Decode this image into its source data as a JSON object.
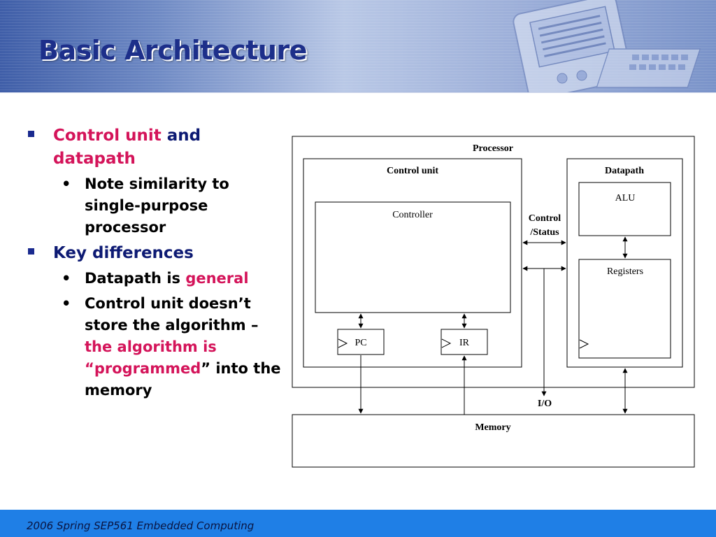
{
  "slide": {
    "title": "Basic Architecture",
    "footer": "2006  Spring SEP561 Embedded Computing"
  },
  "bullets": {
    "b1": {
      "text_red": "Control unit",
      "text_normal": " and ",
      "text_red2": "datapath"
    },
    "b1_sub1": "Note similarity to single-purpose processor",
    "b2": {
      "text": "Key differences"
    },
    "b2_sub1": {
      "text": "Datapath is ",
      "highlight": "general"
    },
    "b2_sub2": {
      "text1": "Control unit doesn",
      "apos": "’",
      "text2": "t store the algorithm ",
      "dash": "–",
      "highlight1": "the algorithm is",
      "q_open": "“",
      "highlight2": "programmed",
      "q_close": "”",
      "text3": " into the memory"
    }
  },
  "diagram": {
    "processor": "Processor",
    "control_unit": "Control unit",
    "controller": "Controller",
    "pc": "PC",
    "ir": "IR",
    "datapath": "Datapath",
    "alu": "ALU",
    "registers": "Registers",
    "control_status_1": "Control",
    "control_status_2": "/Status",
    "io": "I/O",
    "memory": "Memory"
  },
  "colors": {
    "title": "#1d2f8a",
    "bullet_primary": "#0d1a73",
    "highlight": "#d4145a",
    "footer_bg": "#1f7fe6"
  }
}
